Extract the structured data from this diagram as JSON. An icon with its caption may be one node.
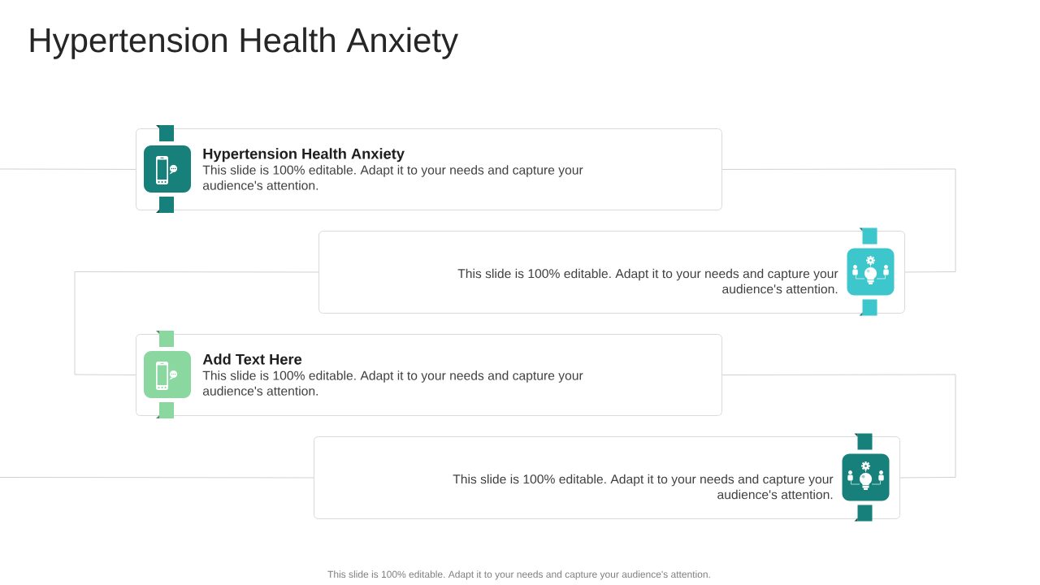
{
  "diagram": {
    "title": "Hypertension Health Anxiety",
    "nodes": [
      {
        "text": [
          "Hypertension Health Anxiety",
          "This slide is 100% editable. Adapt it to your needs and capture your audience's attention."
        ]
      },
      {
        "text": [
          "This slide is 100% editable. Adapt it to your needs and capture your audience's attention."
        ]
      },
      {
        "text": [
          "Add Text Here",
          "This slide is 100% editable. Adapt it to your needs and capture your audience's attention."
        ]
      },
      {
        "text": [
          "This slide is 100% editable. Adapt it to your needs and capture your audience's attention."
        ]
      }
    ],
    "edges": [
      {
        "from": null,
        "to": 0,
        "arrow": "none"
      },
      {
        "from": 0,
        "to": 1,
        "arrow": "none"
      },
      {
        "from": 1,
        "to": 2,
        "arrow": "none"
      },
      {
        "from": 2,
        "to": 3,
        "arrow": "none"
      },
      {
        "from": 3,
        "to": null,
        "arrow": "none"
      }
    ],
    "labels": [
      "This slide is 100% editable. Adapt it to your needs and capture your audience's attention."
    ]
  }
}
